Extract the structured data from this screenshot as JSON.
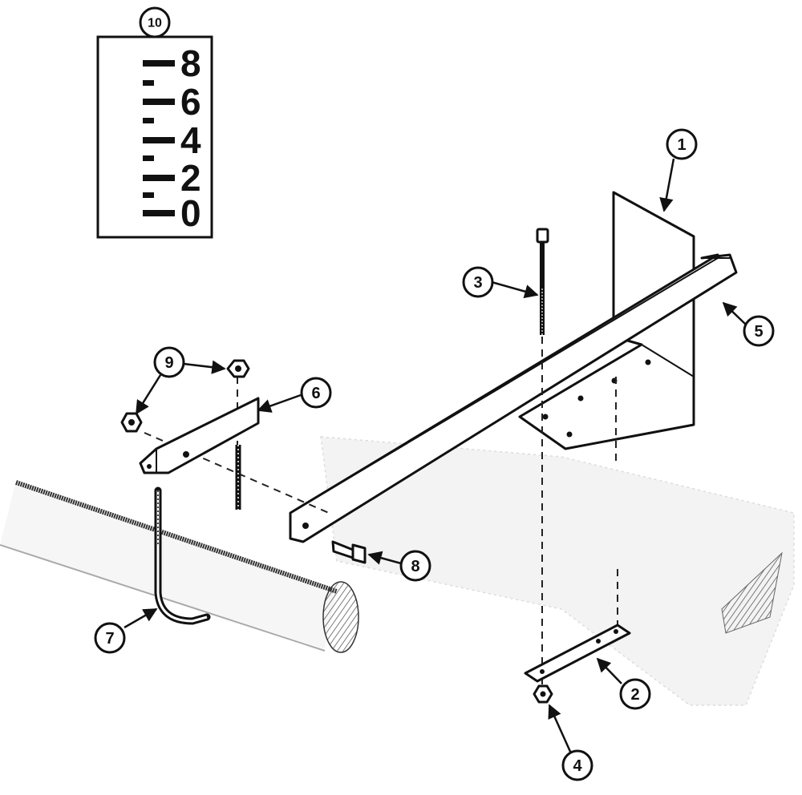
{
  "callouts": [
    "1",
    "2",
    "3",
    "4",
    "5",
    "6",
    "7",
    "8",
    "9",
    "10"
  ],
  "gauge": {
    "labels": [
      "8",
      "6",
      "4",
      "2",
      "0"
    ]
  },
  "colors": {
    "ink": "#111111",
    "background": "#ffffff",
    "ghost": "#e6e6e6"
  }
}
